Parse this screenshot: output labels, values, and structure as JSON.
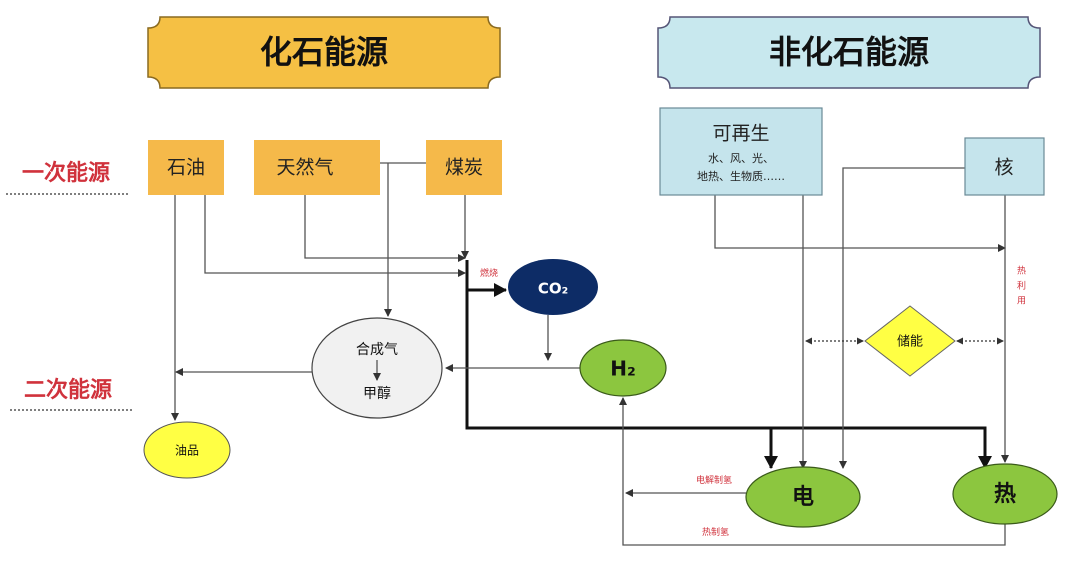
{
  "banners": {
    "fossil": "化石能源",
    "non_fossil": "非化石能源"
  },
  "levels": {
    "primary": "一次能源",
    "secondary": "二次能源"
  },
  "sources": {
    "oil": "石油",
    "natural_gas": "天然气",
    "coal": "煤炭",
    "renewable": "可再生",
    "renewable_sub1": "水、风、光、",
    "renewable_sub2": "地热、生物质……",
    "nuclear": "核"
  },
  "nodes": {
    "co2": "CO₂",
    "h2": "H₂",
    "syngas": "合成气",
    "methanol": "甲醇",
    "oil_products": "油品",
    "storage": "储能",
    "electricity": "电",
    "heat": "热"
  },
  "edge_labels": {
    "combustion": "燃烧",
    "electrolysis_h2": "电解制氢",
    "thermal_h2": "热制氢",
    "heat_use": "热利用"
  },
  "colors": {
    "fossil_banner": "#f5c044",
    "non_fossil_banner": "#c8e8ee",
    "fossil_box": "#f5b94a",
    "renewable_box": "#c5e4ec",
    "co2": "#0d2c66",
    "green_node": "#8cc63f",
    "yellow_node": "#ffff44",
    "red_label": "#d0323c"
  }
}
